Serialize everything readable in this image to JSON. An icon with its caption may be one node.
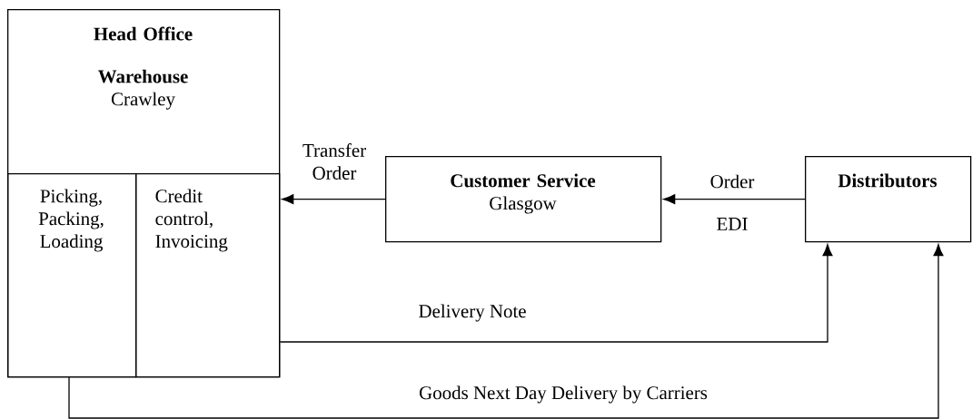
{
  "diagram": {
    "nodes": [
      {
        "text": [
          "Head Office",
          "Warehouse",
          "Crawley"
        ]
      },
      {
        "text": [
          "Picking, Packing, Loading"
        ],
        "in": 0
      },
      {
        "text": [
          "Credit control, Invoicing"
        ],
        "in": 0
      },
      {
        "text": [
          "Customer Service",
          "Glasgow"
        ]
      },
      {
        "text": [
          "Distributors"
        ]
      }
    ],
    "edges": [
      {
        "from": 3,
        "to": 2,
        "arrow": "to",
        "label": "Transfer Order"
      },
      {
        "from": 4,
        "to": 3,
        "arrow": "to",
        "label": "Order"
      },
      {
        "from": 2,
        "to": 4,
        "arrow": "to",
        "label": "Delivery Note"
      },
      {
        "from": 1,
        "to": 4,
        "arrow": "to",
        "label": "Goods Next Day Delivery by Carriers"
      }
    ],
    "labels": [
      "EDI"
    ]
  }
}
